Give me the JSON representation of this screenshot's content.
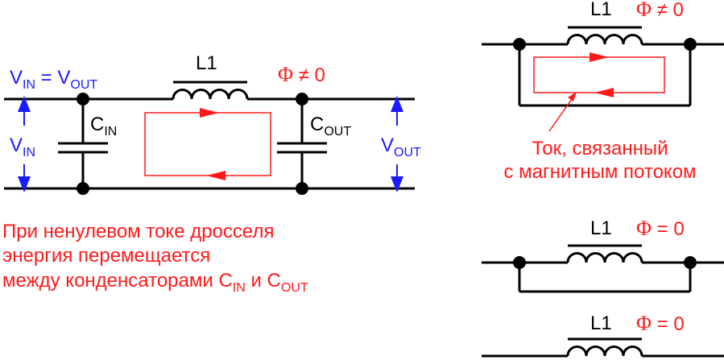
{
  "labels": {
    "vin_eq_vout_main": "V",
    "vin_sub": "IN",
    "eq": " = V",
    "vout_sub": "OUT",
    "vin_left_main": "V",
    "vin_left_sub": "IN",
    "cin_main": "C",
    "cin_sub": "IN",
    "cout_main": "C",
    "cout_sub": "OUT",
    "vout_right_main": "V",
    "vout_right_sub": "OUT",
    "l1": "L1",
    "phi": "Φ",
    "ne0": " ≠ 0",
    "eq0": " = 0"
  },
  "captions": {
    "flux_line1": "Ток, связанный",
    "flux_line2": "с магнитным потоком",
    "main_line1": "При ненулевом токе дросселя",
    "main_line2": "энергия перемещается",
    "main_line3_a": "между конденсаторами C",
    "main_line3_sub1": "IN",
    "main_line3_b": " и C",
    "main_line3_sub2": "OUT"
  },
  "colors": {
    "wire": "#000000",
    "current": "#ff1a1a",
    "voltage": "#1a1aff"
  }
}
